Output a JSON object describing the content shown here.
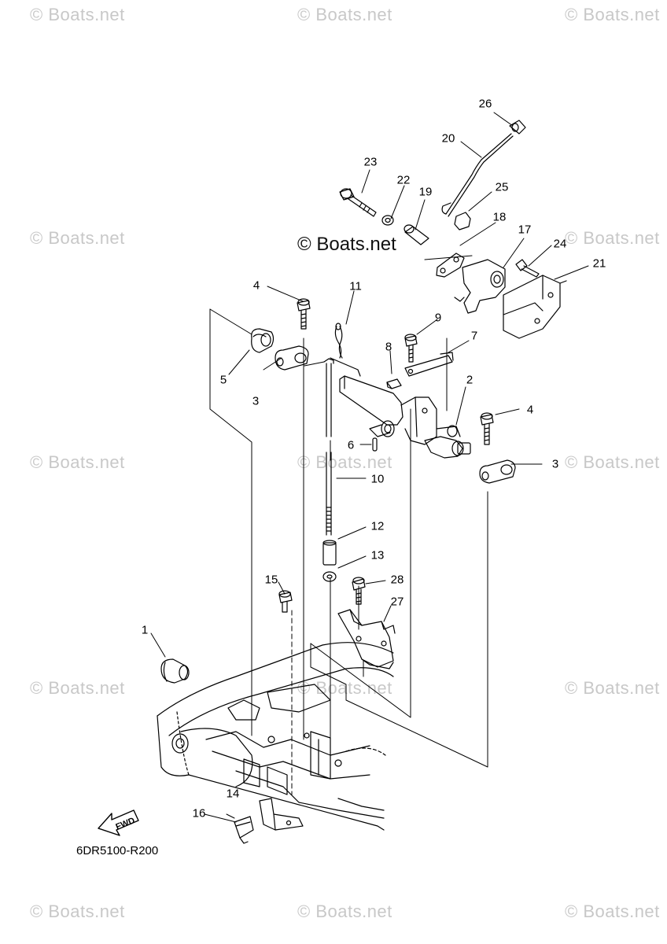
{
  "watermark": "© Boats.net",
  "center_watermark": "© Boats.net",
  "diagram_code": "6DR5100-R200",
  "fwd_label": "FWD",
  "parts": [
    "1",
    "2",
    "3",
    "3",
    "4",
    "4",
    "5",
    "6",
    "7",
    "8",
    "9",
    "10",
    "11",
    "12",
    "13",
    "14",
    "15",
    "16",
    "17",
    "18",
    "19",
    "20",
    "21",
    "22",
    "23",
    "24",
    "25",
    "26",
    "27",
    "28"
  ],
  "colors": {
    "line": "#000000",
    "watermark": "#c8c8c8",
    "background": "#ffffff"
  }
}
